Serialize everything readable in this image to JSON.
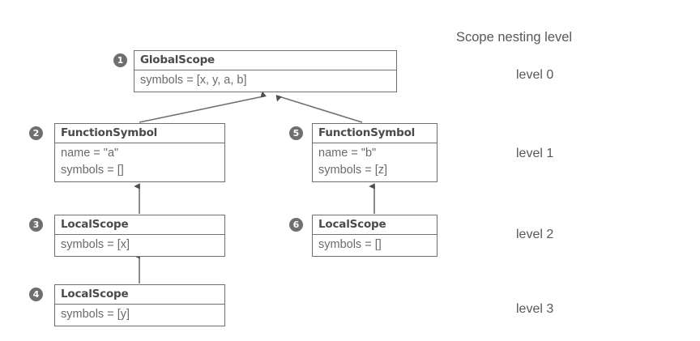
{
  "diagram": {
    "legend_title": "Scope nesting level",
    "levels": [
      {
        "label": "level 0"
      },
      {
        "label": "level 1"
      },
      {
        "label": "level 2"
      },
      {
        "label": "level 3"
      }
    ],
    "nodes": [
      {
        "badge": "1",
        "title": "GlobalScope",
        "attrs": [
          "symbols = [x, y, a, b]"
        ]
      },
      {
        "badge": "2",
        "title": "FunctionSymbol",
        "attrs": [
          "name = \"a\"",
          "symbols = []"
        ]
      },
      {
        "badge": "3",
        "title": "LocalScope",
        "attrs": [
          "symbols = [x]"
        ]
      },
      {
        "badge": "4",
        "title": "LocalScope",
        "attrs": [
          "symbols = [y]"
        ]
      },
      {
        "badge": "5",
        "title": "FunctionSymbol",
        "attrs": [
          "name = \"b\"",
          "symbols = [z]"
        ]
      },
      {
        "badge": "6",
        "title": "LocalScope",
        "attrs": [
          "symbols = []"
        ]
      }
    ],
    "edges": [
      {
        "from": "FunctionSymbol a",
        "to": "GlobalScope"
      },
      {
        "from": "FunctionSymbol b",
        "to": "GlobalScope"
      },
      {
        "from": "LocalScope x",
        "to": "FunctionSymbol a"
      },
      {
        "from": "LocalScope y",
        "to": "LocalScope x"
      },
      {
        "from": "LocalScope empty",
        "to": "FunctionSymbol b"
      }
    ],
    "colors": {
      "border": "#6f7072",
      "text": "#58585a",
      "badge": "#6e6f71",
      "background": "#ffffff"
    }
  }
}
